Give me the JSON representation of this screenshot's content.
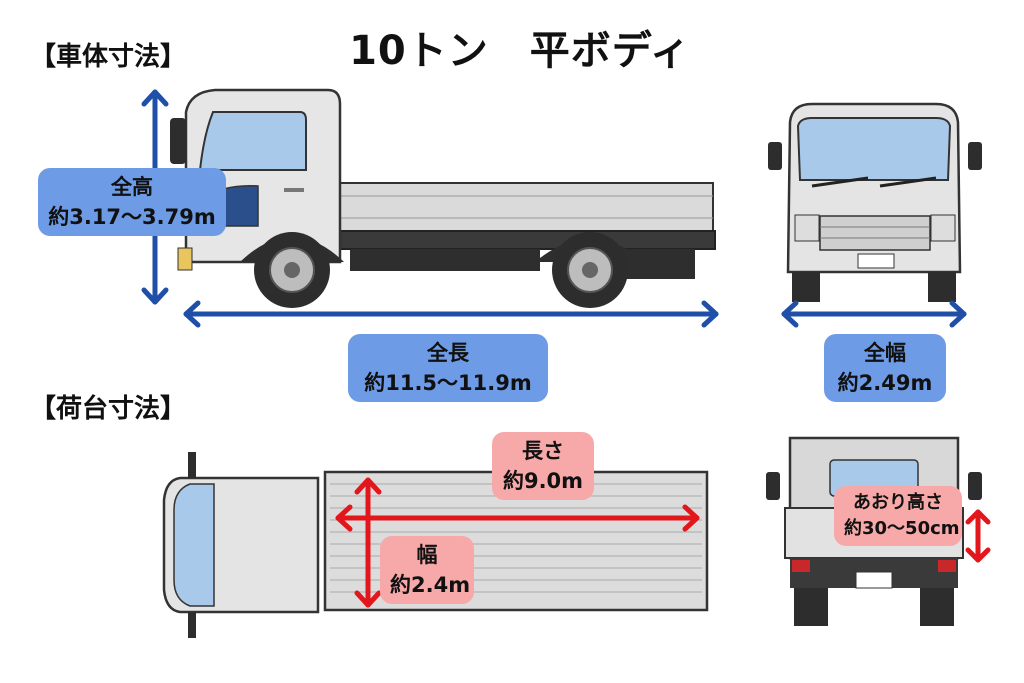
{
  "title": "10トン　平ボディ",
  "sections": {
    "body_dimensions": "【車体寸法】",
    "bed_dimensions": "【荷台寸法】"
  },
  "body": {
    "height": {
      "name": "全高",
      "value": "約3.17〜3.79m"
    },
    "length": {
      "name": "全長",
      "value": "約11.5〜11.9m"
    },
    "width": {
      "name": "全幅",
      "value": "約2.49m"
    }
  },
  "bed": {
    "length": {
      "name": "長さ",
      "value": "約9.0m"
    },
    "width": {
      "name": "幅",
      "value": "約2.4m"
    },
    "gate_height": {
      "name": "あおり高さ",
      "value": "約30〜50cm"
    }
  },
  "colors": {
    "body_arrow": "#1f4fa8",
    "bed_arrow": "#e3161b",
    "body_label": "#6e9be6",
    "bed_label": "#f7a9a9"
  },
  "icons": [
    "truck-side-icon",
    "truck-front-icon",
    "truck-top-icon",
    "truck-rear-icon"
  ]
}
